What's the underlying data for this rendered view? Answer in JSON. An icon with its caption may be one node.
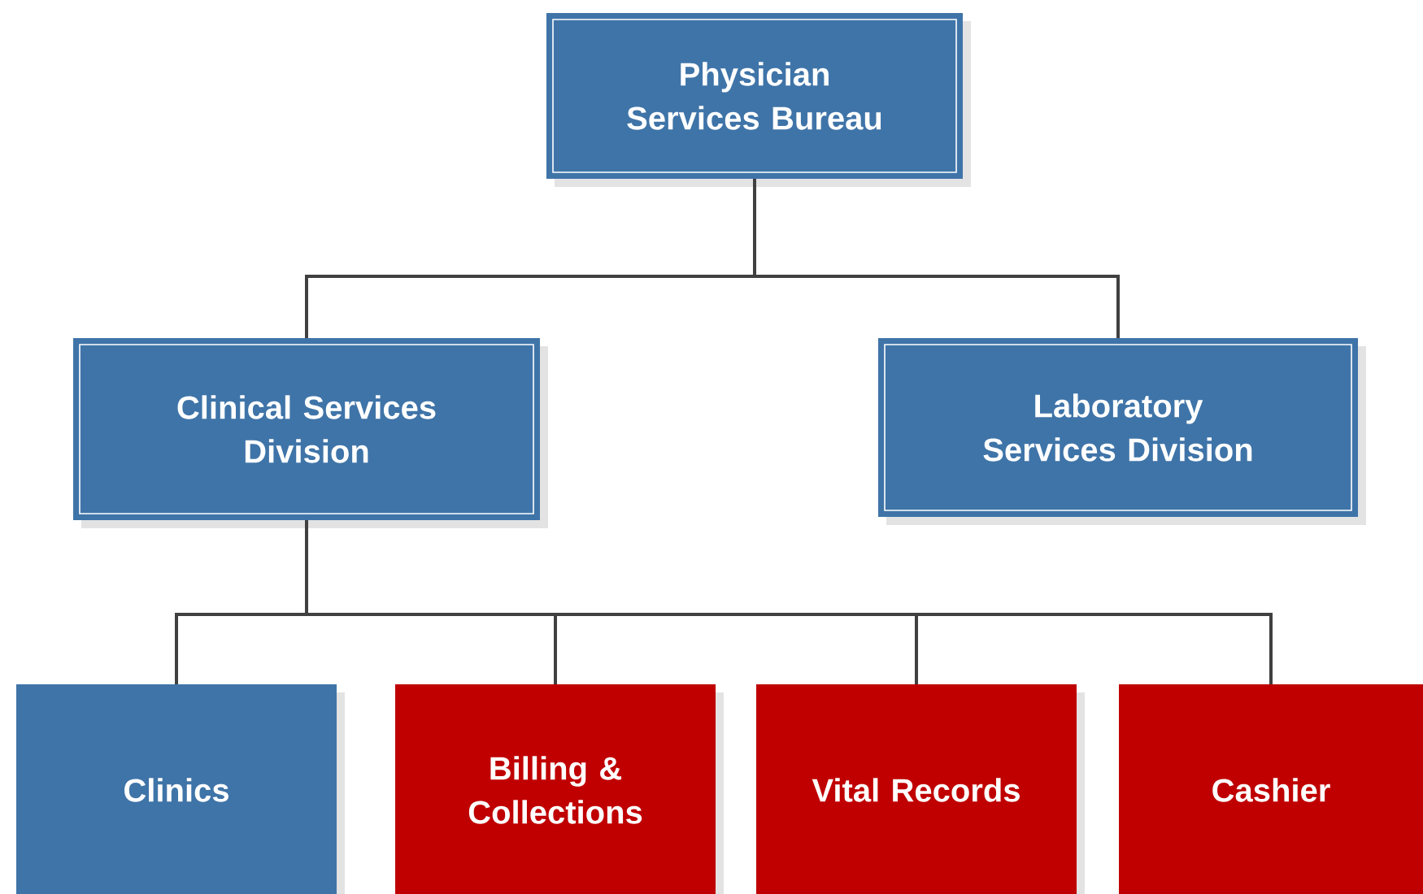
{
  "diagram": {
    "nodes": [
      {
        "text": [
          "Physician Services Bureau"
        ]
      },
      {
        "text": [
          "Clinical Services Division"
        ]
      },
      {
        "text": [
          "Laboratory Services Division"
        ]
      },
      {
        "text": [
          "Clinics"
        ]
      },
      {
        "text": [
          "Billing & Collections"
        ]
      },
      {
        "text": [
          "Vital Records"
        ]
      },
      {
        "text": [
          "Cashier"
        ]
      }
    ],
    "edges": [
      {
        "from": 0,
        "to": 1,
        "arrow": "none"
      },
      {
        "from": 0,
        "to": 2,
        "arrow": "none"
      },
      {
        "from": 1,
        "to": 3,
        "arrow": "none"
      },
      {
        "from": 1,
        "to": 4,
        "arrow": "none"
      },
      {
        "from": 1,
        "to": 5,
        "arrow": "none"
      },
      {
        "from": 1,
        "to": 6,
        "arrow": "none"
      }
    ]
  }
}
